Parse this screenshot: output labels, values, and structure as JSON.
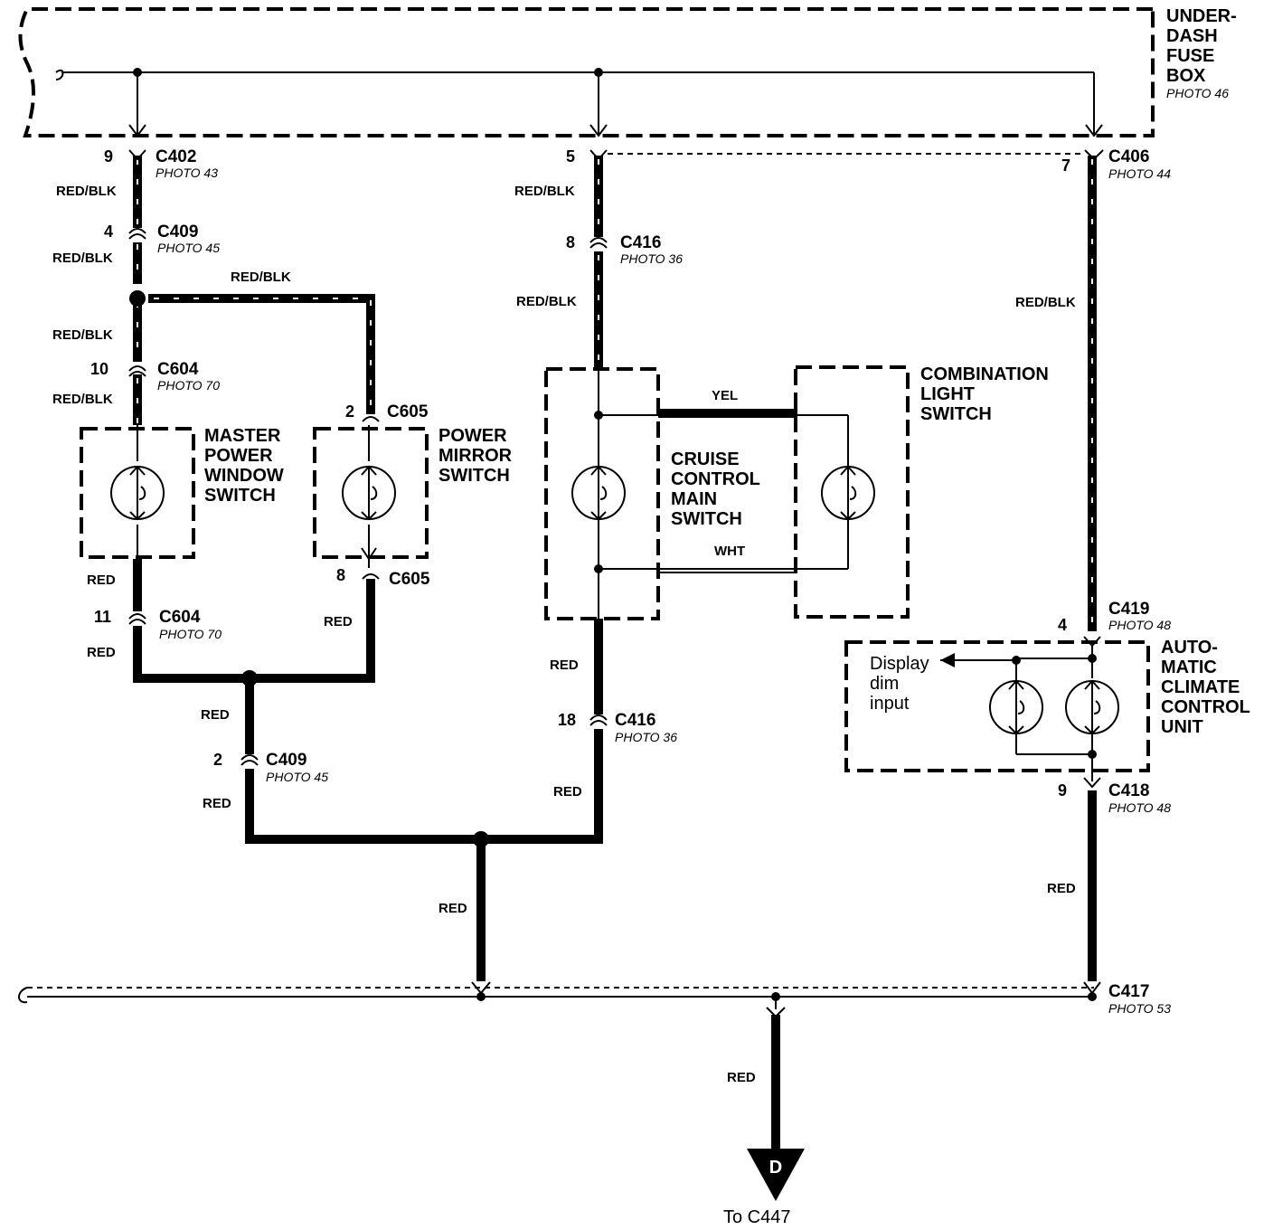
{
  "fuse_box": {
    "line1": "UNDER-",
    "line2": "DASH",
    "line3": "FUSE",
    "line4": "BOX",
    "photo": "PHOTO 46"
  },
  "connectors": {
    "c402": {
      "pin": "9",
      "name": "C402",
      "photo": "PHOTO 43"
    },
    "c409_top": {
      "pin": "4",
      "name": "C409",
      "photo": "PHOTO 45"
    },
    "c604_top": {
      "pin": "10",
      "name": "C604",
      "photo": "PHOTO 70"
    },
    "c605_top": {
      "pin": "2",
      "name": "C605"
    },
    "c605_bot": {
      "pin": "8",
      "name": "C605"
    },
    "c604_bot": {
      "pin": "11",
      "name": "C604",
      "photo": "PHOTO 70"
    },
    "c409_bot": {
      "pin": "2",
      "name": "C409",
      "photo": "PHOTO 45"
    },
    "c416_top_a": {
      "pin": "5"
    },
    "c416_top": {
      "pin": "8",
      "name": "C416",
      "photo": "PHOTO 36"
    },
    "c416_bot": {
      "pin": "18",
      "name": "C416",
      "photo": "PHOTO 36"
    },
    "c406": {
      "pin": "7",
      "name": "C406",
      "photo": "PHOTO 44"
    },
    "c419": {
      "pin": "4",
      "name": "C419",
      "photo": "PHOTO 48"
    },
    "c418": {
      "pin": "9",
      "name": "C418",
      "photo": "PHOTO 48"
    },
    "c417": {
      "name": "C417",
      "photo": "PHOTO 53"
    }
  },
  "wires": {
    "red_blk": "RED/BLK",
    "red": "RED",
    "yel": "YEL",
    "wht": "WHT"
  },
  "components": {
    "master_window": [
      "MASTER",
      "POWER",
      "WINDOW",
      "SWITCH"
    ],
    "power_mirror": [
      "POWER",
      "MIRROR",
      "SWITCH"
    ],
    "cruise": [
      "CRUISE",
      "CONTROL",
      "MAIN",
      "SWITCH"
    ],
    "combination": [
      "COMBINATION",
      "LIGHT",
      "SWITCH"
    ],
    "climate": [
      "AUTO-",
      "MATIC",
      "CLIMATE",
      "CONTROL",
      "UNIT"
    ],
    "display_dim": [
      "Display",
      "dim",
      "input"
    ]
  },
  "ground": {
    "letter": "D",
    "caption": "To C447"
  }
}
